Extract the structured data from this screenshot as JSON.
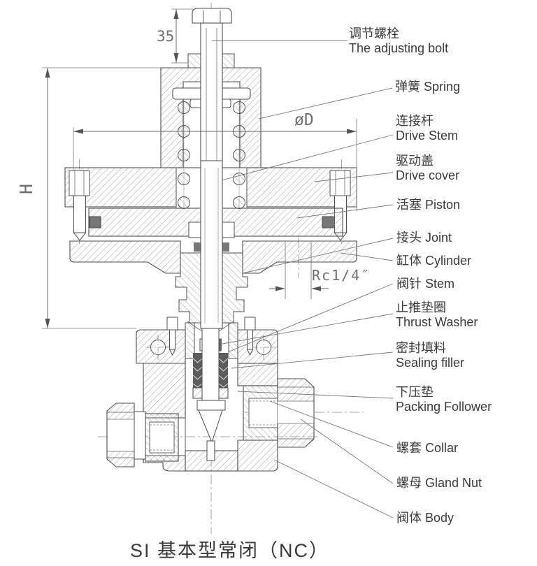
{
  "caption": "SI 基本型常闭（NC）",
  "dimensions": {
    "bolt_height": "35",
    "diameter": "øD",
    "height": "H",
    "port_thread": "Rc1/4″"
  },
  "labels": [
    {
      "line1": "调节螺栓",
      "line2": "The adjusting bolt"
    },
    {
      "line1": "弹簧 Spring",
      "line2": ""
    },
    {
      "line1": "连接杆",
      "line2": "Drive Stem"
    },
    {
      "line1": "驱动盖",
      "line2": "Drive cover"
    },
    {
      "line1": "活塞 Piston",
      "line2": ""
    },
    {
      "line1": "接头 Joint",
      "line2": ""
    },
    {
      "line1": "缸体 Cylinder",
      "line2": ""
    },
    {
      "line1": "阀针 Stem",
      "line2": ""
    },
    {
      "line1": "止推垫圈",
      "line2": "Thrust Washer"
    },
    {
      "line1": "密封填料",
      "line2": "Sealing filler"
    },
    {
      "line1": "下压垫",
      "line2": "Packing Follower"
    },
    {
      "line1": "螺套 Collar",
      "line2": ""
    },
    {
      "line1": "螺母 Gland Nut",
      "line2": ""
    },
    {
      "line1": "阀体 Body",
      "line2": ""
    }
  ]
}
